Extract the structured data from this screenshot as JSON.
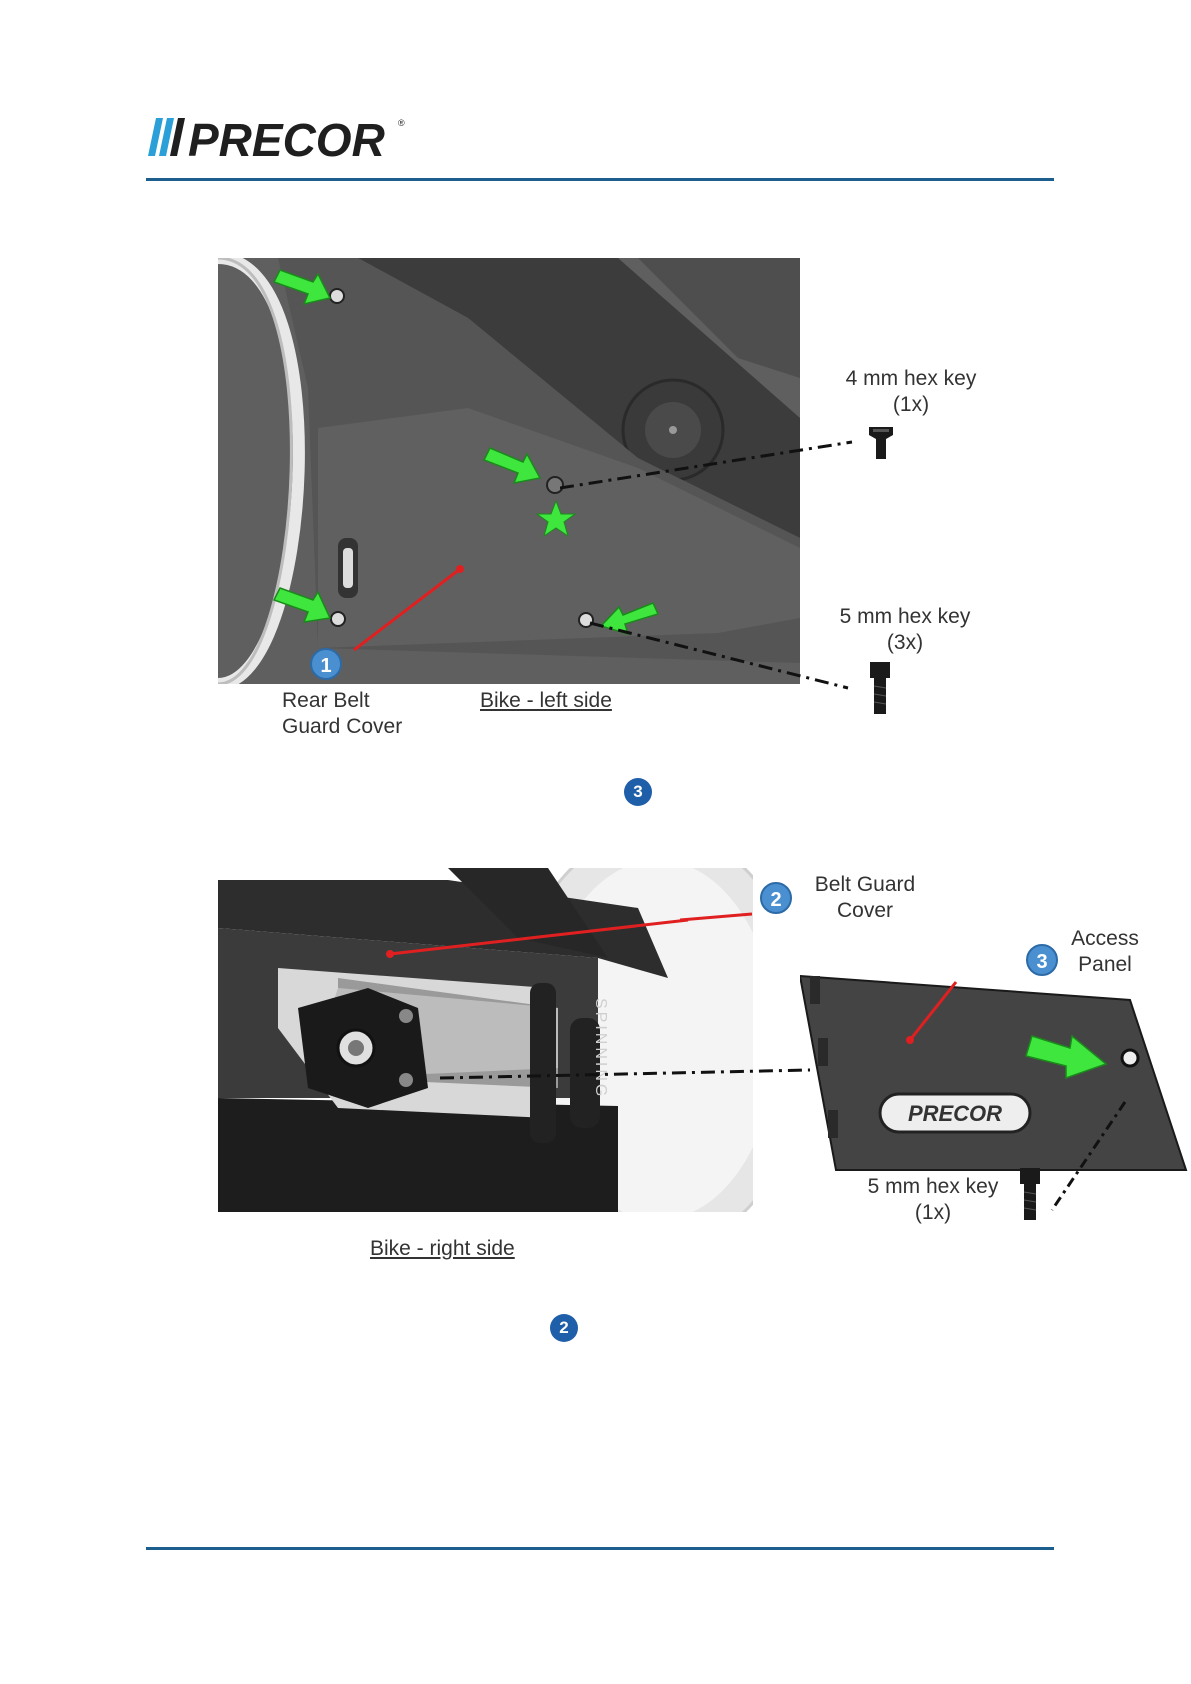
{
  "brand": {
    "logo_text": "PRECOR",
    "accent_color": "#1c5f8f"
  },
  "figure_left": {
    "caption": "Bike - left side",
    "part_label_line1": "Rear Belt",
    "part_label_line2": "Guard Cover",
    "part_number": "1",
    "key1_line1": "4 mm hex key",
    "key1_line2": "(1x)",
    "key2_line1": "5 mm hex key",
    "key2_line2": "(3x)"
  },
  "marker_mid": "3",
  "figure_right": {
    "caption": "Bike - right side",
    "belt_label_line1": "Belt Guard",
    "belt_label_line2": "Cover",
    "belt_number": "2",
    "access_label_line1": "Access",
    "access_label_line2": "Panel",
    "access_number": "3",
    "panel_logo": "PRECOR",
    "frame_text": "SPINNING",
    "key_line1": "5 mm hex key",
    "key_line2": "(1x)"
  },
  "marker_bottom": "2"
}
